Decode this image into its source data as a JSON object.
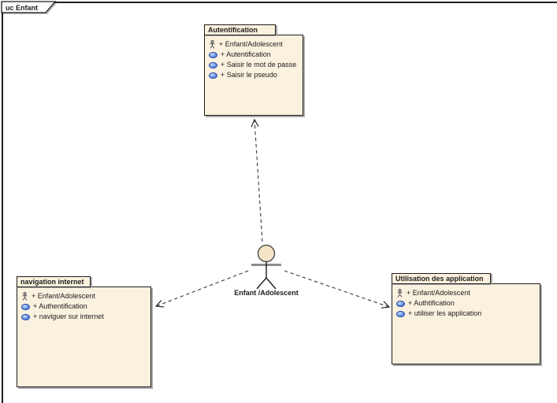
{
  "frame": {
    "label": "uc Enfant"
  },
  "packages": [
    {
      "id": "autentification",
      "title": "Autentification",
      "items": [
        {
          "icon": "actor-icon",
          "label": "+ Enfant/Adolescent"
        },
        {
          "icon": "usecase-icon",
          "label": "+ Autentification"
        },
        {
          "icon": "usecase-icon",
          "label": "+ Saisir le mot de passe"
        },
        {
          "icon": "usecase-icon",
          "label": "+ Saisir le pseudo"
        }
      ]
    },
    {
      "id": "navigation-internet",
      "title": "navigation internet",
      "items": [
        {
          "icon": "actor-icon",
          "label": "+ Enfant/Adolescent"
        },
        {
          "icon": "usecase-icon",
          "label": "+ Authentification"
        },
        {
          "icon": "usecase-icon",
          "label": "+ naviguer sur internet"
        }
      ]
    },
    {
      "id": "utilisation-des-application",
      "title": "Utilisation des application",
      "items": [
        {
          "icon": "actor-icon",
          "label": "+ Enfant/Adolescent"
        },
        {
          "icon": "usecase-icon",
          "label": "+ Authtification"
        },
        {
          "icon": "usecase-icon",
          "label": "+ utiliser les application"
        }
      ]
    }
  ],
  "actor": {
    "label": "Enfant /Adolescent"
  },
  "connectors": [
    {
      "from": "actor",
      "to": "autentification",
      "style": "dashed-open-arrow"
    },
    {
      "from": "actor",
      "to": "navigation-internet",
      "style": "dashed-open-arrow"
    },
    {
      "from": "actor",
      "to": "utilisation-des-application",
      "style": "dashed-open-arrow"
    }
  ],
  "colors": {
    "package_fill": "#FBF1DF",
    "border": "#1C1C1C",
    "shadow": "#A9A9A9",
    "usecase_blue": "#3C69CE",
    "actor_head_fill": "#F6E4C8"
  }
}
